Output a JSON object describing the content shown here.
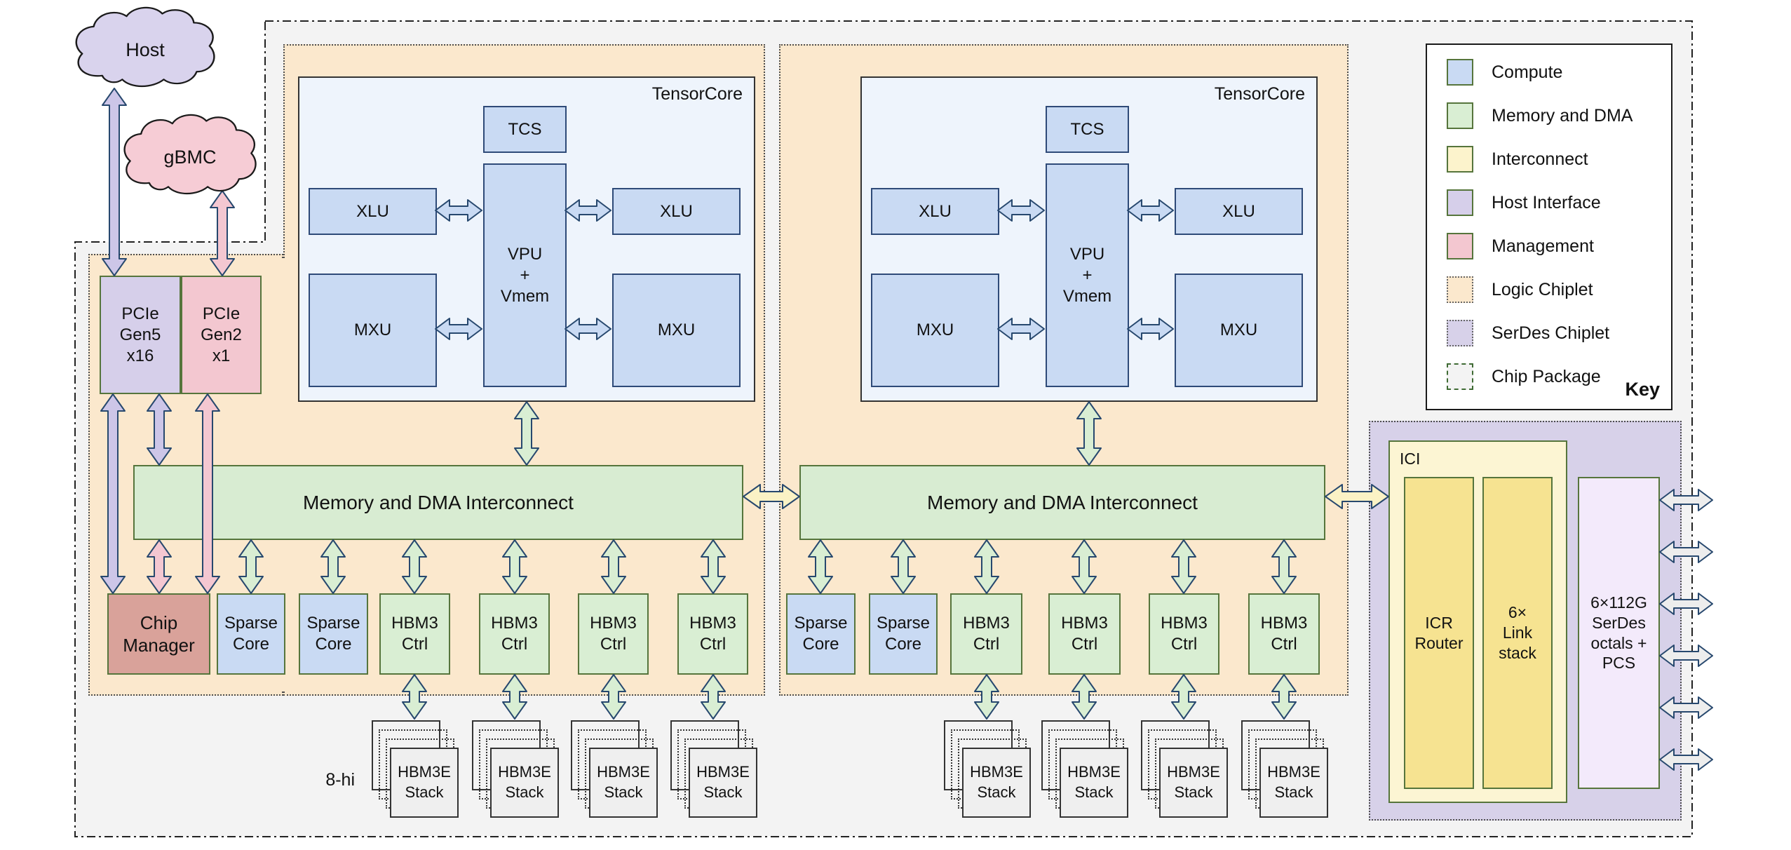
{
  "clouds": {
    "host": "Host",
    "gbmc": "gBMC"
  },
  "host_interface": {
    "pcie_gen5": [
      "PCIe",
      "Gen5",
      "x16"
    ],
    "pcie_gen2": [
      "PCIe",
      "Gen2",
      "x1"
    ]
  },
  "management": {
    "chip_manager": [
      "Chip",
      "Manager"
    ]
  },
  "tensorcore": {
    "title": "TensorCore",
    "tcs": "TCS",
    "vpu_vmem": [
      "VPU",
      "+",
      "Vmem"
    ],
    "xlu": "XLU",
    "mxu": "MXU"
  },
  "interconnect": {
    "bar_label": "Memory and DMA Interconnect"
  },
  "memory": {
    "sparse_core": [
      "Sparse",
      "Core"
    ],
    "hbm3_ctrl": [
      "HBM3",
      "Ctrl"
    ],
    "hbm3e_stack": [
      "HBM3E",
      "Stack"
    ],
    "stack_height": "8-hi"
  },
  "ici": {
    "label": "ICI",
    "icr_router": [
      "ICR",
      "Router"
    ],
    "link_stack": [
      "6×",
      "Link",
      "stack"
    ]
  },
  "serdes": {
    "octals": [
      "6×112G",
      "SerDes",
      "octals +",
      "PCS"
    ]
  },
  "legend": {
    "title": "Key",
    "items": [
      {
        "label": "Compute",
        "color": "#c9daf3"
      },
      {
        "label": "Memory and DMA",
        "color": "#d9eed3"
      },
      {
        "label": "Interconnect",
        "color": "#fcf3cc"
      },
      {
        "label": "Host Interface",
        "color": "#d6cfea"
      },
      {
        "label": "Management",
        "color": "#f3c7d0"
      },
      {
        "label": "Logic Chiplet",
        "color": "#fbe8cd"
      },
      {
        "label": "SerDes Chiplet",
        "color": "#d7d1e9"
      },
      {
        "label": "Chip Package",
        "color": "#f3f3f3"
      }
    ]
  },
  "colors": {
    "arrow_outline": "#27486e",
    "box_outline": "#56753c",
    "compute_outline": "#2e4a78",
    "package_fill": "#f3f3f3"
  }
}
